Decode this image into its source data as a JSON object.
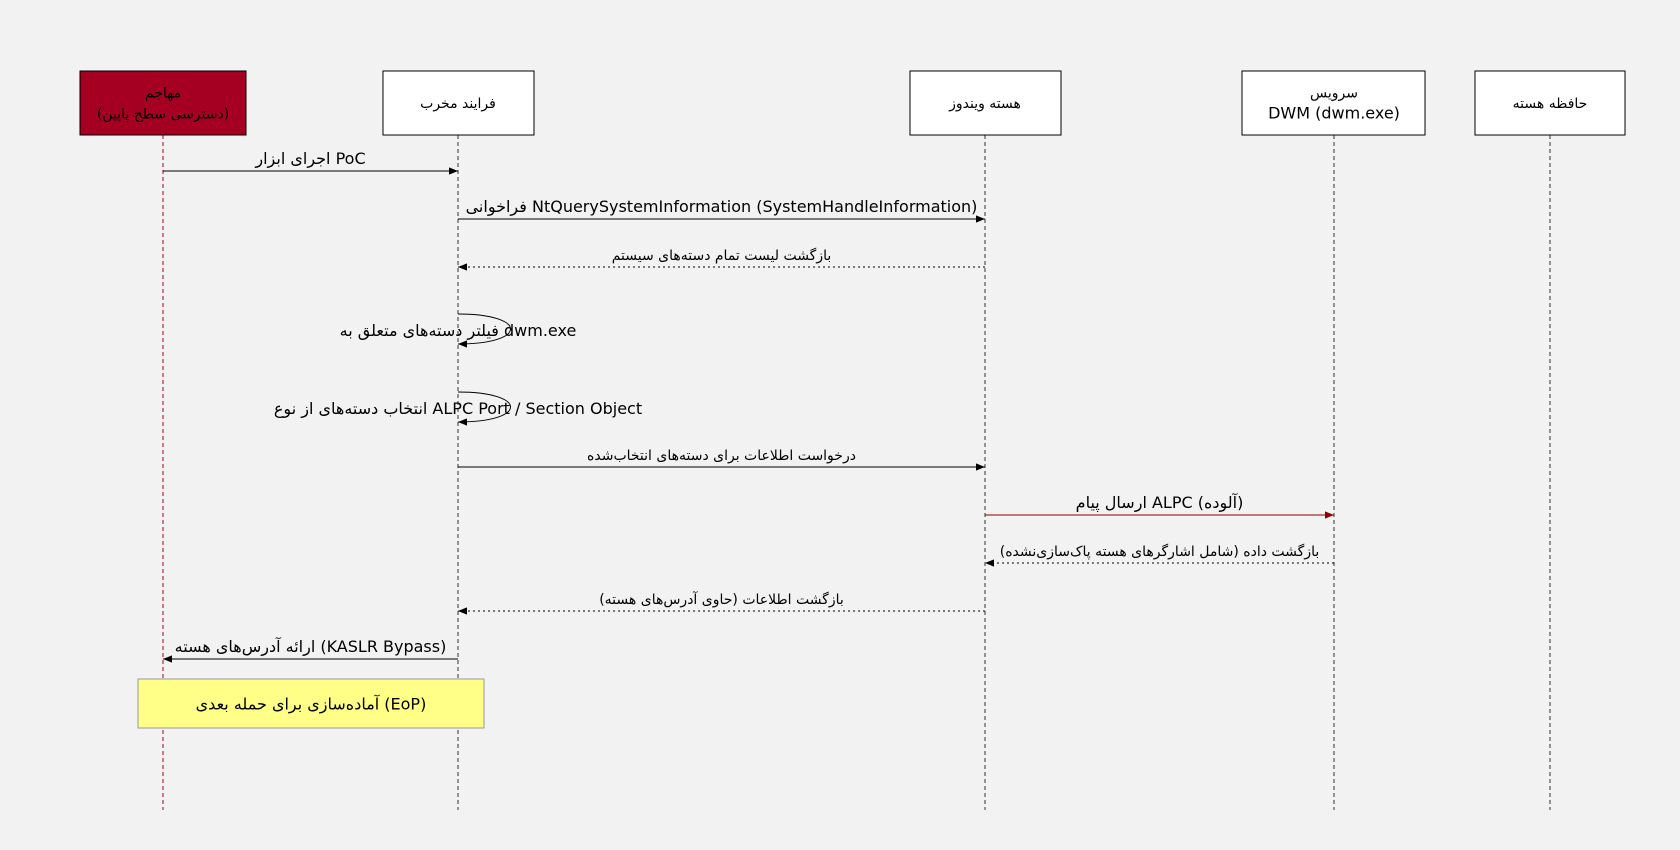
{
  "participants": [
    {
      "id": "attacker",
      "label_lines": [
        "مهاجم",
        "(دسترسی سطح پایین)"
      ]
    },
    {
      "id": "malicious_process",
      "label_lines": [
        "فرایند مخرب"
      ]
    },
    {
      "id": "windows_kernel",
      "label_lines": [
        "هسته ویندوز"
      ]
    },
    {
      "id": "dwm_service",
      "label_lines": [
        "سرویس",
        "DWM (dwm.exe)"
      ]
    },
    {
      "id": "kernel_memory",
      "label_lines": [
        "حافظه هسته"
      ]
    }
  ],
  "messages": [
    {
      "from": "attacker",
      "to": "malicious_process",
      "style": "solid",
      "label": "اجرای ابزار PoC"
    },
    {
      "from": "malicious_process",
      "to": "windows_kernel",
      "style": "solid",
      "label": "فراخوانی NtQuerySystemInformation (SystemHandleInformation)"
    },
    {
      "from": "windows_kernel",
      "to": "malicious_process",
      "style": "dashed",
      "label": "بازگشت لیست تمام دسته‌های سیستم"
    },
    {
      "from": "malicious_process",
      "to": "malicious_process",
      "style": "self",
      "label": "فیلتر دسته‌های متعلق به dwm.exe"
    },
    {
      "from": "malicious_process",
      "to": "malicious_process",
      "style": "self",
      "label": "انتخاب دسته‌های از نوع ALPC Port / Section Object"
    },
    {
      "from": "malicious_process",
      "to": "windows_kernel",
      "style": "solid",
      "label": "درخواست اطلاعات برای دسته‌های انتخاب‌شده"
    },
    {
      "from": "windows_kernel",
      "to": "dwm_service",
      "style": "solid-accent",
      "label": "ارسال پیام ALPC (آلوده)"
    },
    {
      "from": "dwm_service",
      "to": "windows_kernel",
      "style": "dashed",
      "label": "بازگشت داده (شامل اشارگرهای هسته پاک‌سازی‌نشده)"
    },
    {
      "from": "windows_kernel",
      "to": "malicious_process",
      "style": "dashed",
      "label": "بازگشت اطلاعات (حاوی آدرس‌های هسته)"
    },
    {
      "from": "malicious_process",
      "to": "attacker",
      "style": "solid",
      "label": "ارائه آدرس‌های هسته (KASLR Bypass)"
    }
  ],
  "note": {
    "label": "آماده‌سازی برای حمله بعدی (EoP)",
    "spans": [
      "attacker",
      "malicious_process"
    ]
  },
  "colors": {
    "background": "#f2f2f2",
    "attacker_fill": "#a50021",
    "attacker_text": "#ffffff",
    "box_fill": "#ffffff",
    "accent": "#8b0000",
    "note_fill": "#ffff88",
    "line": "#000000"
  }
}
